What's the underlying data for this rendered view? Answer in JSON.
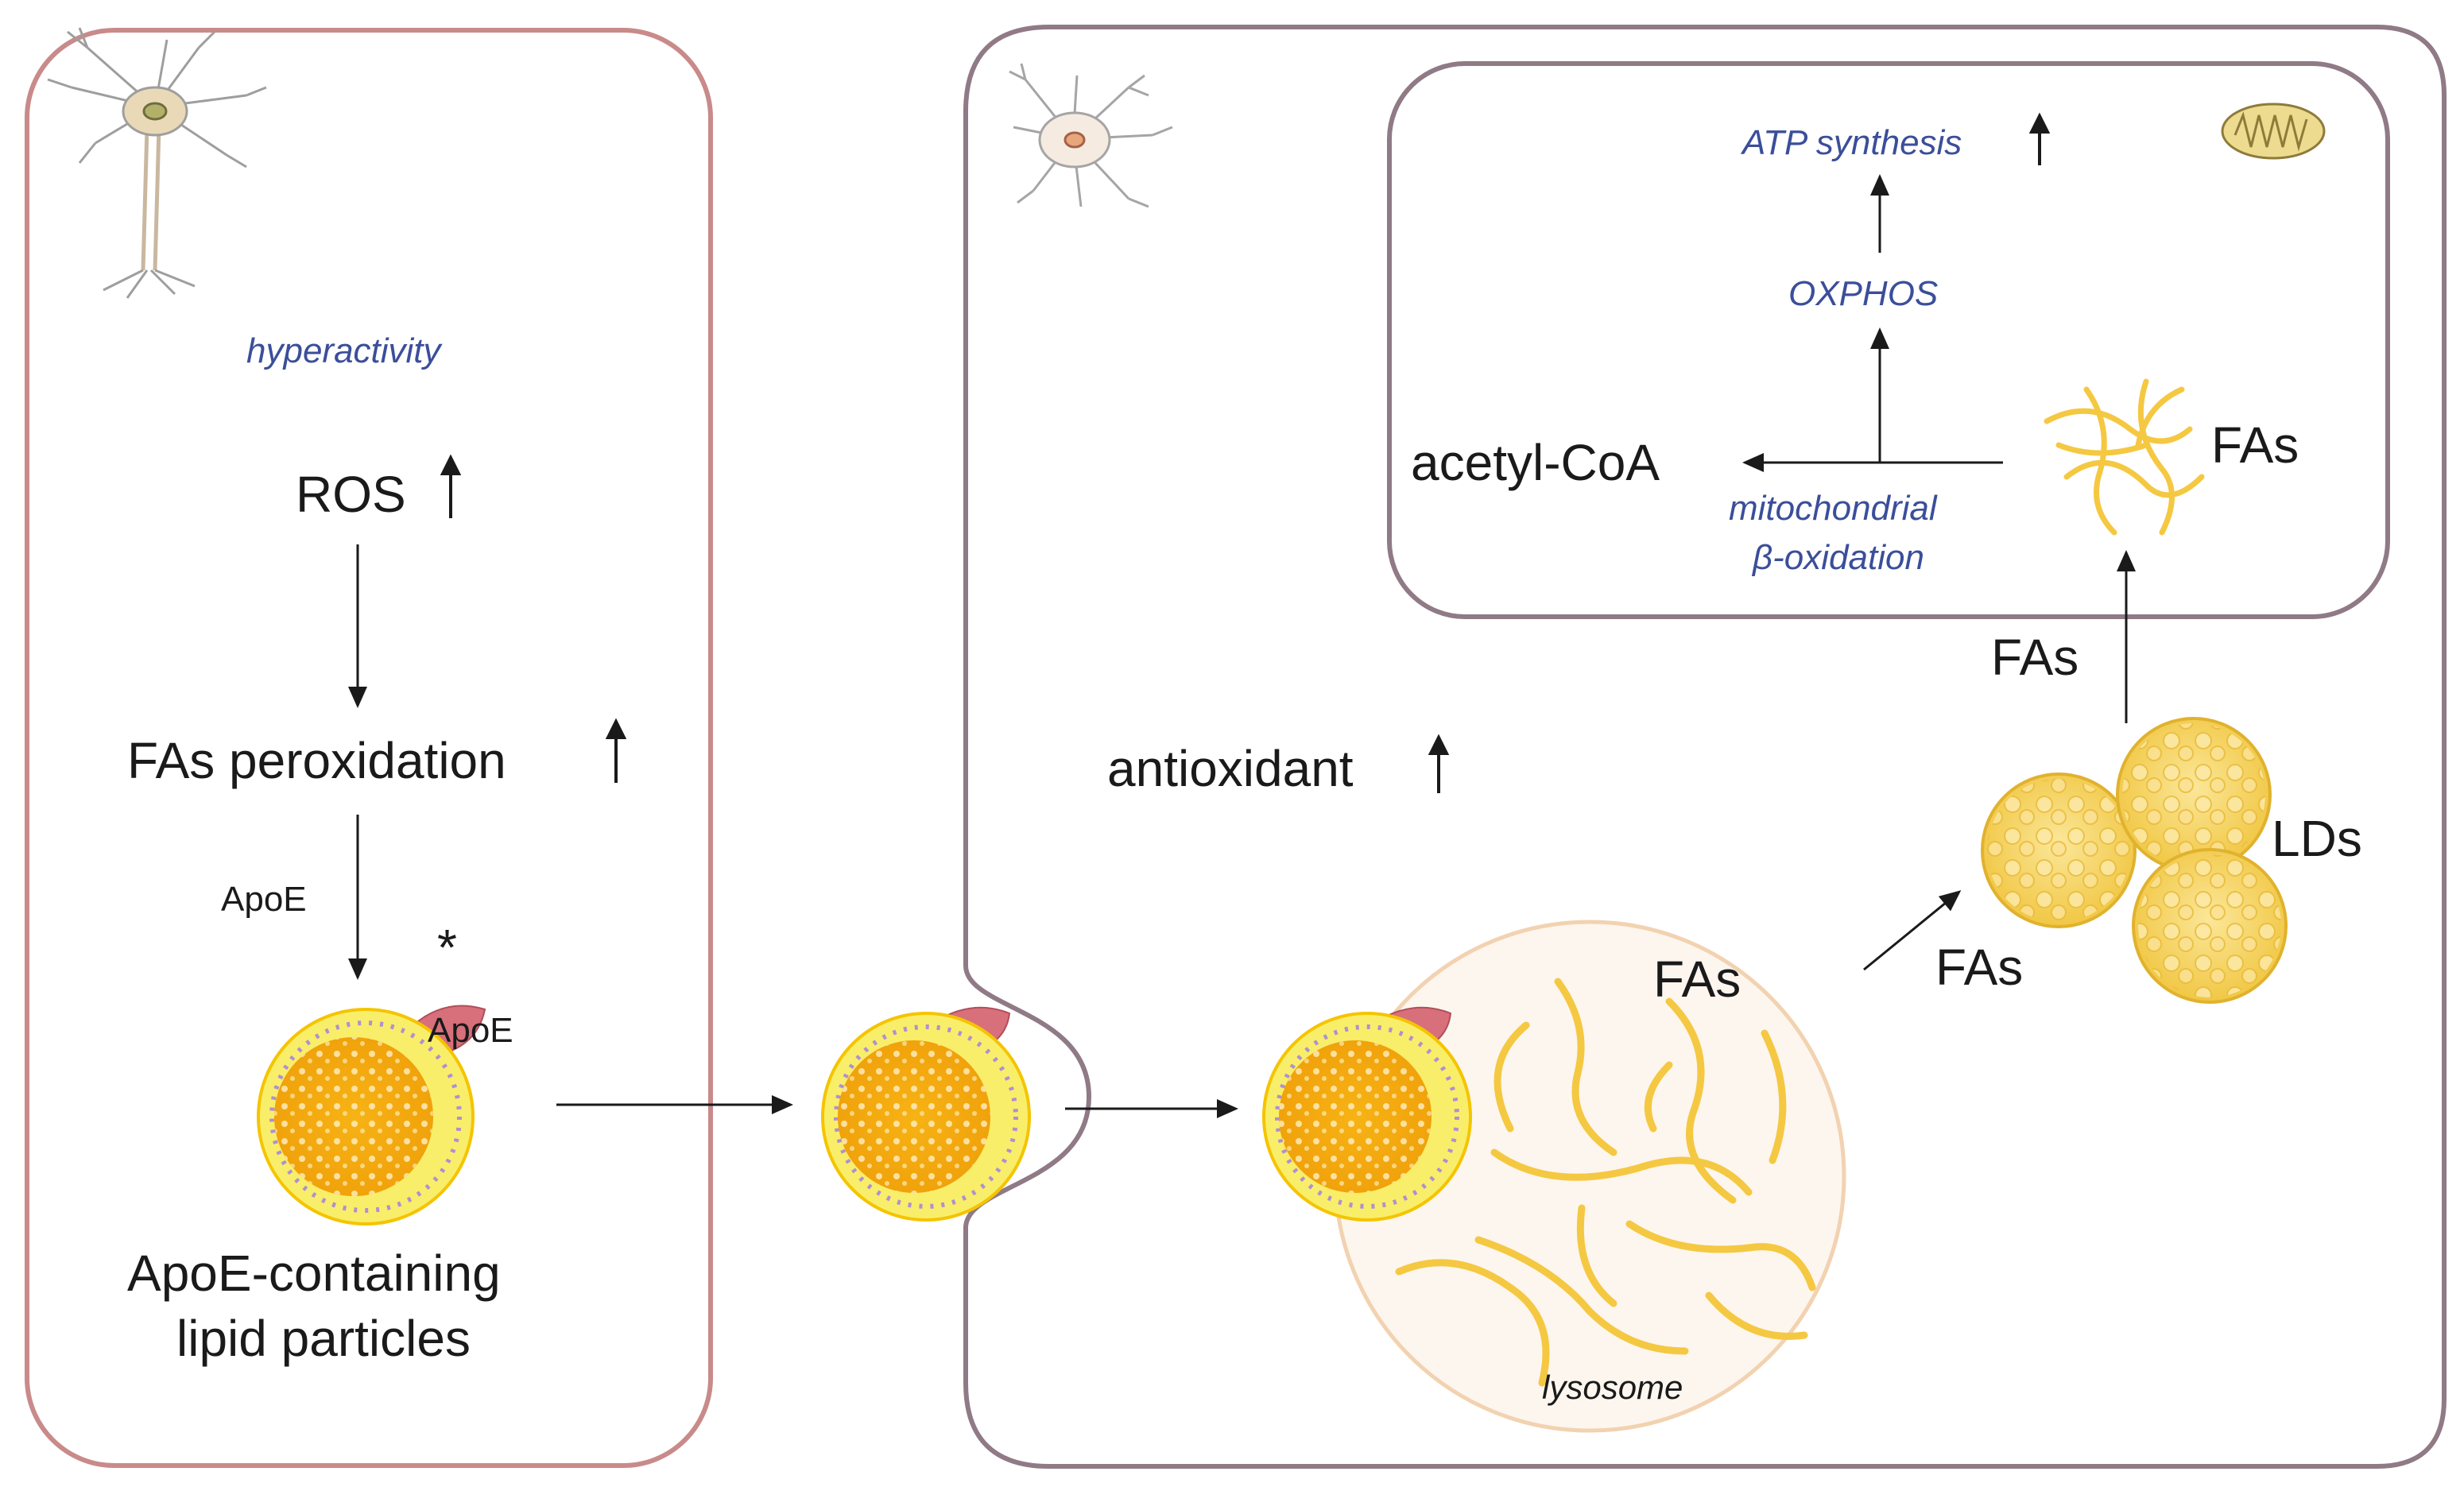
{
  "neuron": {
    "hyperactivity": "hyperactivity",
    "ros": "ROS",
    "fas_peroxidation": "FAs peroxidation",
    "apoe_arrow": "ApoE",
    "asterisk": "*",
    "apoe_particle": "ApoE",
    "particles_line1": "ApoE-containing",
    "particles_line2": "lipid particles"
  },
  "astrocyte": {
    "antioxidant": "antioxidant",
    "lysosome_fas": "FAs",
    "lysosome": "lysosome",
    "fas_to_lds": "FAs",
    "lds": "LDs",
    "fas_to_mito": "FAs"
  },
  "mitochondrion": {
    "atp": "ATP synthesis",
    "oxphos": "OXPHOS",
    "acetyl": "acetyl-CoA",
    "beta_ox_line1": "mitochondrial",
    "beta_ox_line2": "β-oxidation",
    "fas": "FAs"
  },
  "colors": {
    "neuron_border": "#c98a8a",
    "astrocyte_border": "#8f7a86",
    "label_blue": "#3b4e9a",
    "fatty_acid": "#f5c842",
    "lipid_drop": "#f3c845",
    "lysosome_border": "#f2d2b0"
  },
  "icons": [
    "neuron-icon",
    "astrocyte-icon",
    "mitochondrion-icon",
    "up-arrow-icon",
    "lipid-particle-icon"
  ]
}
